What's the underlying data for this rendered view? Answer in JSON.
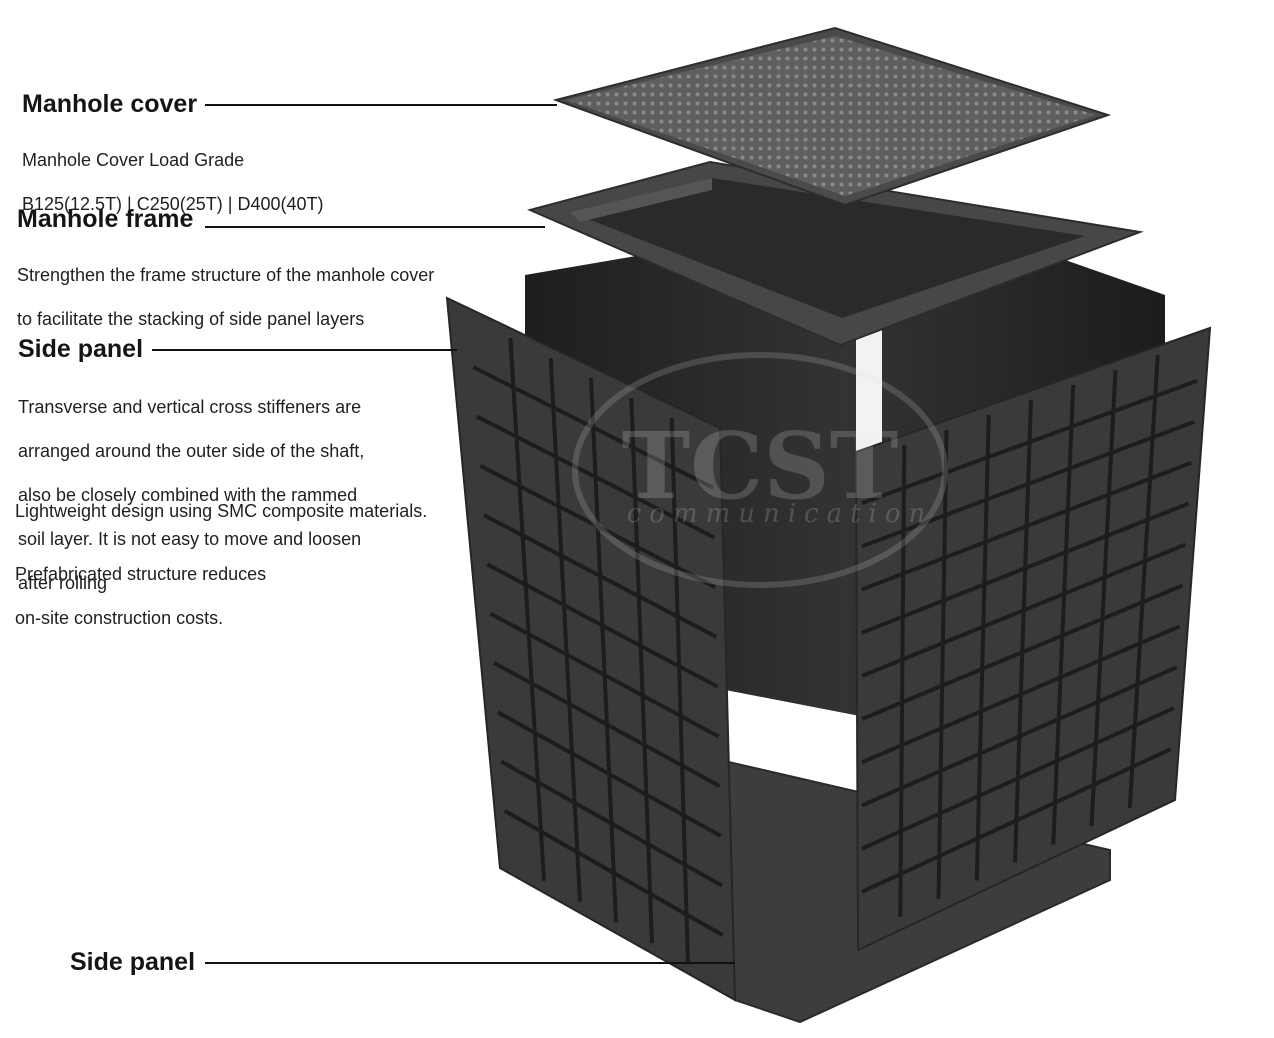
{
  "colors": {
    "text": "#151515",
    "product_dark": "#2b2b2b",
    "product_mid": "#3a3a3a",
    "cover": "#5d5d5d",
    "background": "#ffffff"
  },
  "watermark": {
    "text": "TCST",
    "subtext": "communication"
  },
  "callouts": {
    "cover": {
      "title": "Manhole cover",
      "lines": [
        "Manhole Cover Load Grade",
        "B125(12.5T) | C250(25T) | D400(40T)"
      ]
    },
    "frame": {
      "title": "Manhole frame",
      "lines": [
        "Strengthen the frame structure of the manhole cover",
        "to facilitate the stacking of side panel layers"
      ]
    },
    "side_panel_top": {
      "title": "Side panel",
      "lines": [
        "Transverse and vertical cross stiffeners are",
        "arranged around the outer side of the shaft,",
        "also be closely combined with the rammed",
        "soil layer. It is not easy to move and loosen",
        "after rolling"
      ]
    },
    "lightweight": "Lightweight design using SMC composite materials.",
    "prefab": {
      "lines": [
        "Prefabricated structure reduces",
        "on-site construction costs."
      ]
    },
    "side_panel_bottom": {
      "title": "Side panel"
    }
  }
}
